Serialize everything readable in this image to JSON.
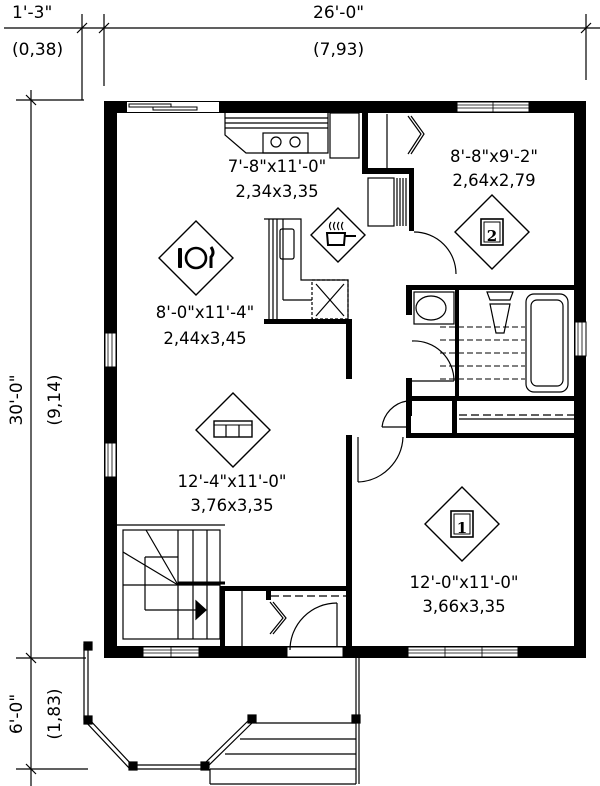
{
  "plan": {
    "background": "#ffffff",
    "ink": "#000000",
    "dimensions": {
      "top_left_imperial": "1'-3\"",
      "top_left_metric": "(0,38)",
      "top_main_imperial": "26'-0\"",
      "top_main_metric": "(7,93)",
      "left_main_imperial": "30'-0\"",
      "left_main_metric": "(9,14)",
      "left_porch_imperial": "6'-0\"",
      "left_porch_metric": "(1,83)"
    },
    "rooms": [
      {
        "id": "kitchen",
        "icon": "cooking-pot-icon",
        "imperial": "7'-8\"x11'-0\"",
        "metric": "2,34x3,35"
      },
      {
        "id": "bedroom-2",
        "icon": "bedroom-2-icon",
        "icon_label": "2",
        "imperial": "8'-8\"x9'-2\"",
        "metric": "2,64x2,79"
      },
      {
        "id": "dining",
        "icon": "plate-cutlery-icon",
        "imperial": "8'-0\"x11'-4\"",
        "metric": "2,44x3,45"
      },
      {
        "id": "living",
        "icon": "sofa-icon",
        "imperial": "12'-4\"x11'-0\"",
        "metric": "3,76x3,35"
      },
      {
        "id": "bedroom-1",
        "icon": "bedroom-1-icon",
        "icon_label": "1",
        "imperial": "12'-0\"x11'-0\"",
        "metric": "3,66x3,35"
      }
    ]
  }
}
